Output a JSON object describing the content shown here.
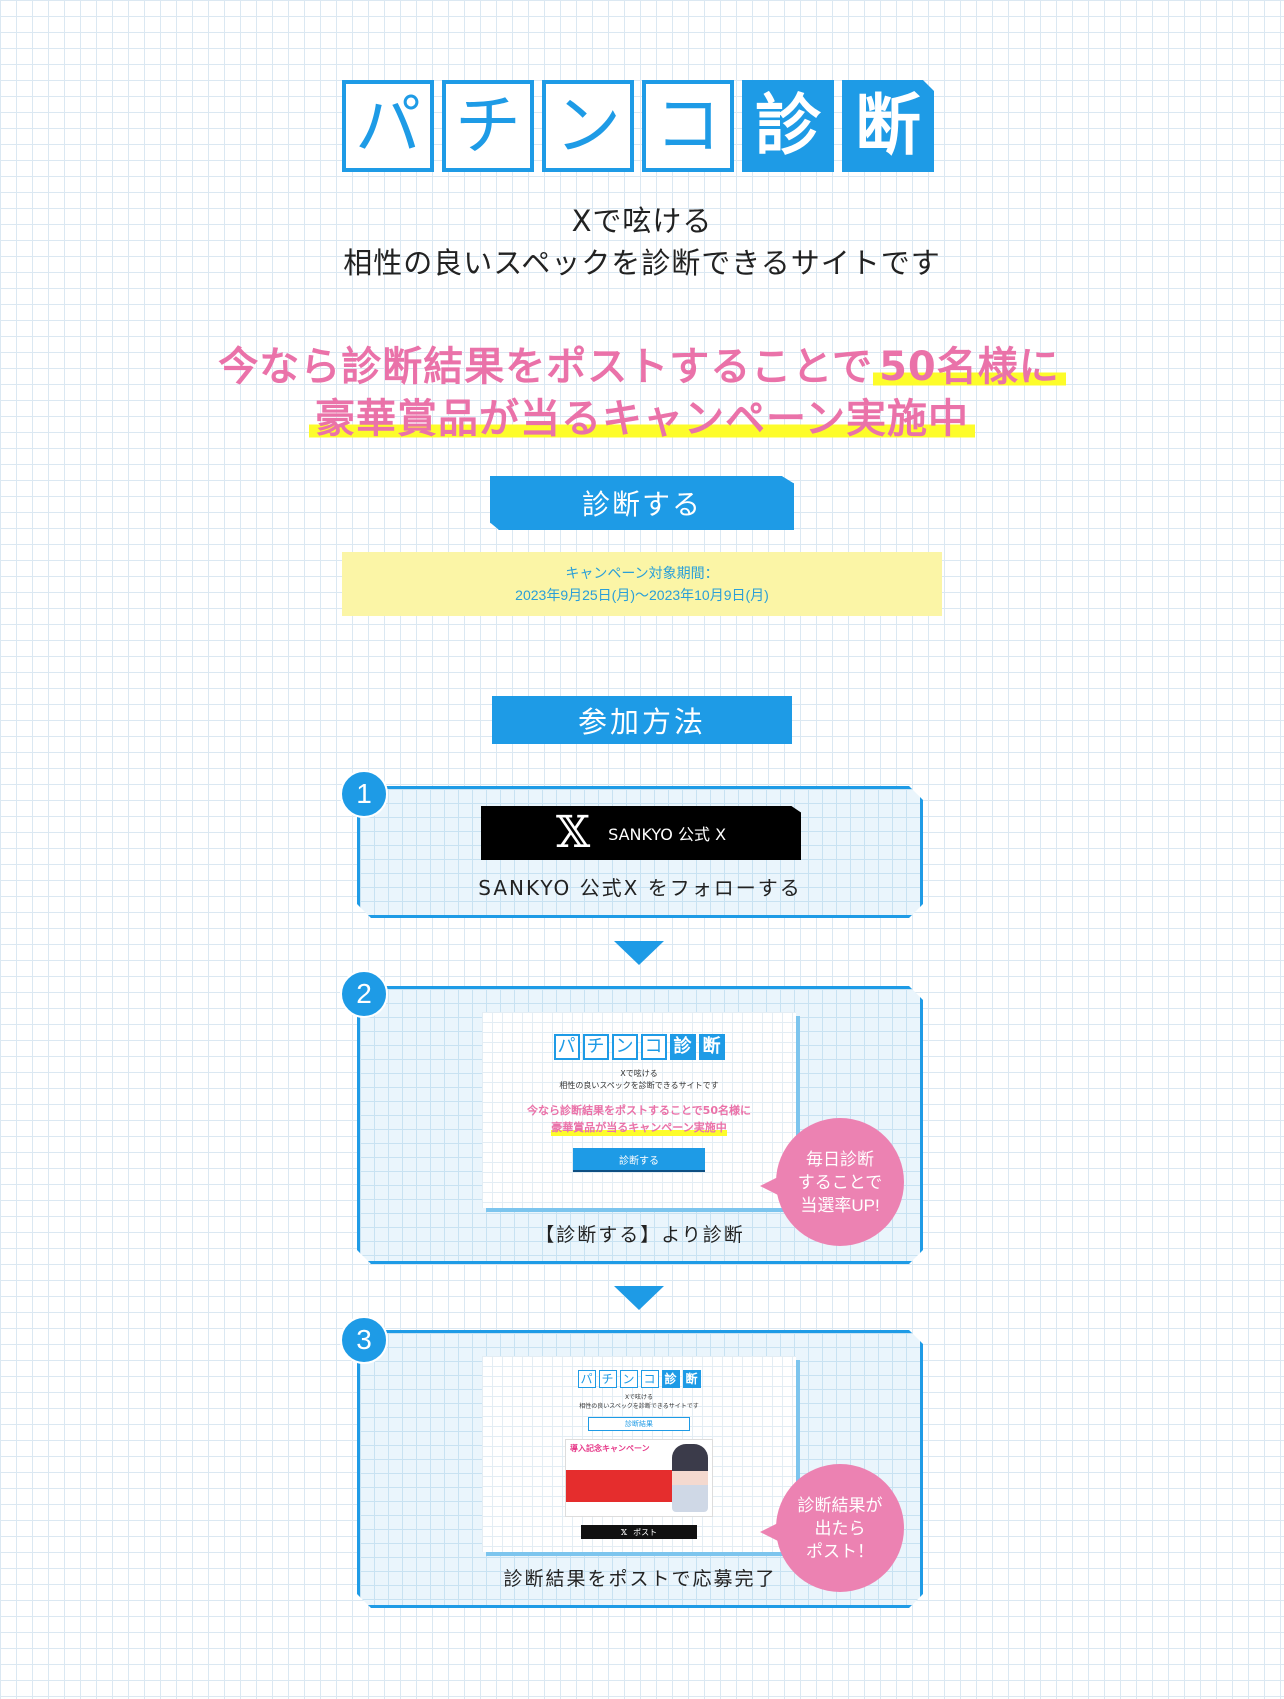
{
  "logo": {
    "chars": [
      "パ",
      "チ",
      "ン",
      "コ",
      "診",
      "断"
    ]
  },
  "tagline": {
    "line1": "Xで呟ける",
    "line2": "相性の良いスペックを診断できるサイトです"
  },
  "campaign": {
    "line1a": "今なら診断結果をポストすることで",
    "line1b": "50名様に",
    "line2": "豪華賞品が当るキャンペーン実施中"
  },
  "diagnose_button": "診断する",
  "period": {
    "label": "キャンペーン対象期間：",
    "dates": "2023年9月25日(月)～2023年10月9日(月)"
  },
  "how_to": {
    "title": "参加方法",
    "steps": [
      {
        "num": "1",
        "button_icon": "x-logo-icon",
        "button_label": "SANKYO 公式 X",
        "caption": "SANKYO 公式X をフォローする"
      },
      {
        "num": "2",
        "caption": "【診断する】より診断",
        "bubble": [
          "毎日診断",
          "することで",
          "当選率UP!"
        ],
        "thumb": {
          "tagline1": "Xで呟ける",
          "tagline2": "相性の良いスペックを診断できるサイトです",
          "campaign1": "今なら診断結果をポストすることで50名様に",
          "campaign2": "豪華賞品が当るキャンペーン実施中",
          "button": "診断する"
        }
      },
      {
        "num": "3",
        "caption": "診断結果をポストで応募完了",
        "bubble": [
          "診断結果が",
          "出たら",
          "ポスト！"
        ],
        "thumb": {
          "tagline1": "Xで呟ける",
          "tagline2": "相性の良いスペックを診断できるサイトです",
          "result_button": "診断結果",
          "banner_title": "導入記念キャンペーン",
          "post_button": "ポスト"
        }
      }
    ]
  },
  "colors": {
    "accent_blue": "#1e9be6",
    "pink": "#ea72a9",
    "highlight_yellow": "#fdfc2a",
    "period_bg": "#fbf5a6",
    "bubble_pink": "#ec82b2"
  }
}
